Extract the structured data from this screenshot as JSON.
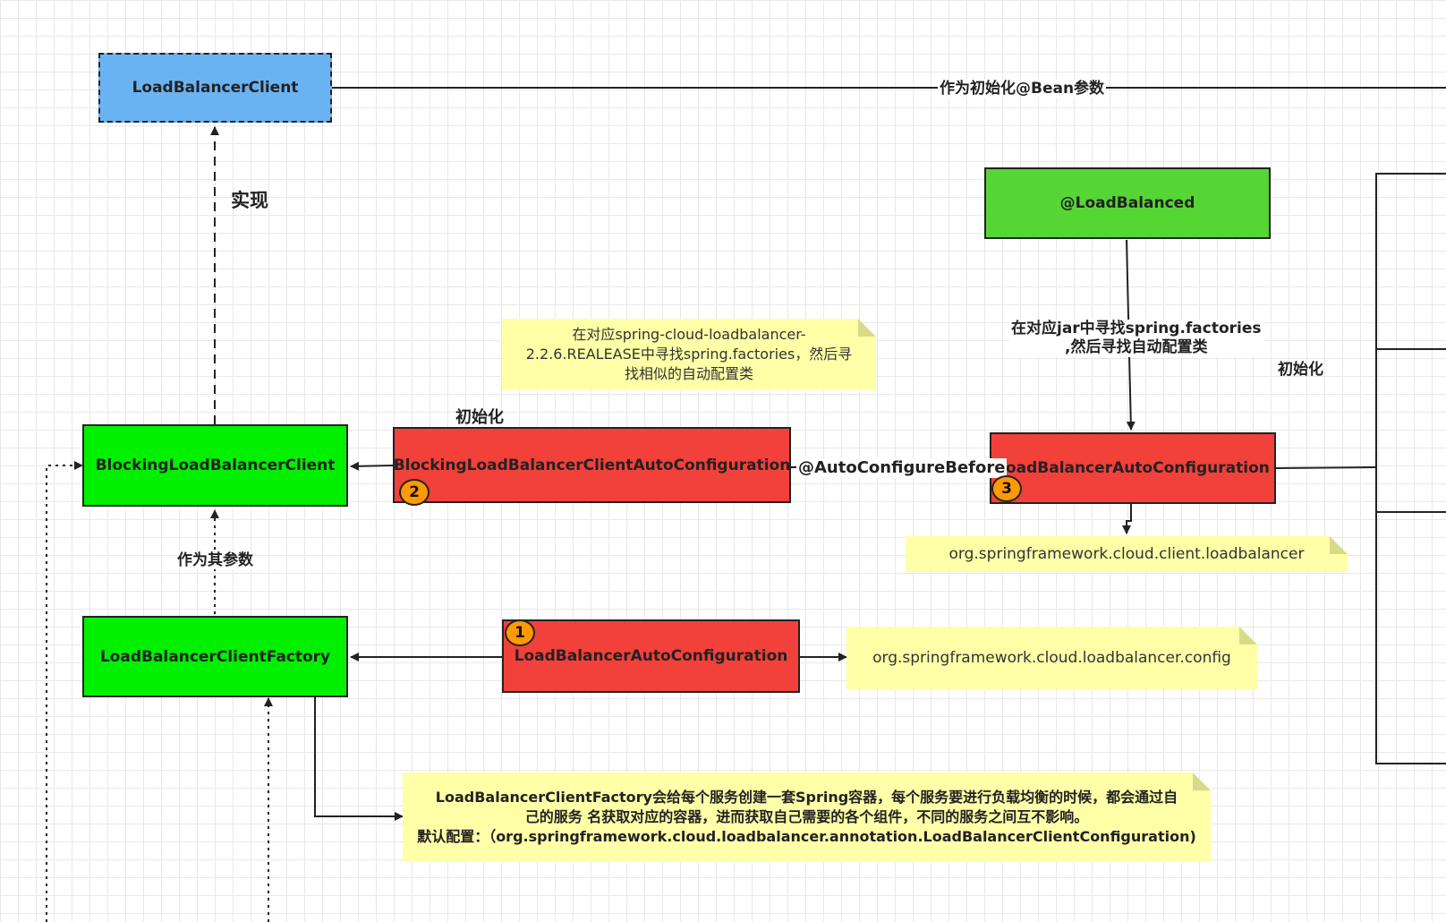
{
  "nodes": {
    "load_balancer_client": "LoadBalancerClient",
    "load_balanced": "@LoadBalanced",
    "blocking_load_balancer_client": "BlockingLoadBalancerClient",
    "blocking_auto_configuration": "BlockingLoadBalancerClientAutoConfiguration",
    "load_balancer_auto_configuration_top": "LoadBalancerAutoConfiguration",
    "load_balancer_client_factory": "LoadBalancerClientFactory",
    "load_balancer_auto_configuration_bottom": "LoadBalancerAutoConfiguration"
  },
  "badges": {
    "one": "1",
    "two": "2",
    "three": "3"
  },
  "notes": {
    "spring_cloud_loadbalancer_lines": [
      "在对应spring-cloud-loadbalancer-",
      "2.2.6.REALEASE中寻找spring.factories，然后寻",
      "找相似的自动配置类"
    ],
    "client_package": "org.springframework.cloud.client.loadbalancer",
    "config_package": "org.springframework.cloud.loadbalancer.config",
    "factory_description_lines": [
      "LoadBalancerClientFactory会给每个服务创建一套Spring容器，每个服务要进行负载均衡的时候，都会通过自",
      "己的服务 名获取对应的容器，进而获取自己需要的各个组件，不同的服务之间互不影响。",
      "默认配置：（org.springframework.cloud.loadbalancer.annotation.LoadBalancerClientConfiguration)"
    ]
  },
  "edge_labels": {
    "bean_param": "作为初始化@Bean参数",
    "implements": "实现",
    "init_left": "初始化",
    "init_right": "初始化",
    "as_param": "作为其参数",
    "auto_configure_before": "@AutoConfigureBefore",
    "find_in_jar_lines": [
      "在对应jar中寻找spring.factories",
      ",然后寻找自动配置类"
    ]
  },
  "colors": {
    "blue_node": "#6ab3f2",
    "green_node": "#00f000",
    "lime_node": "#55d635",
    "red_node": "#f2403a",
    "note": "#ffffa8",
    "badge": "#ff9a00"
  }
}
